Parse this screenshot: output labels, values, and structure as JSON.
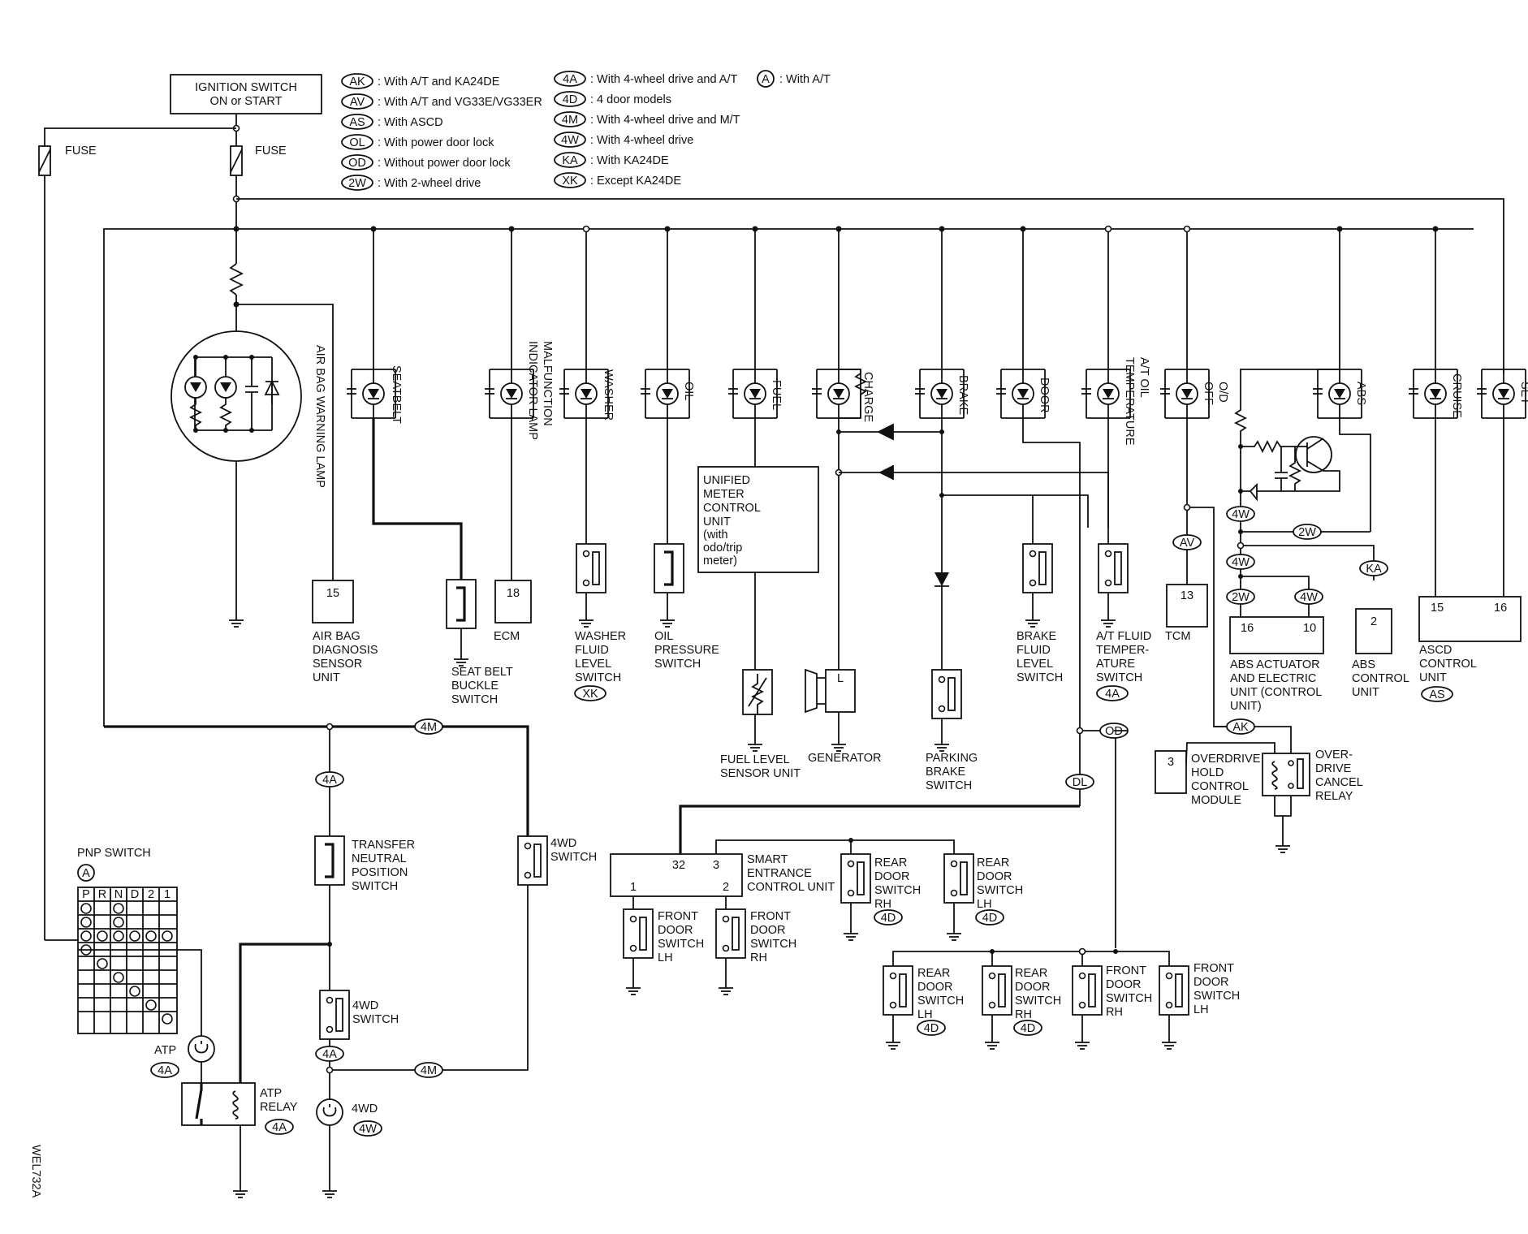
{
  "ignition": {
    "line1": "IGNITION SWITCH",
    "line2": "ON or START"
  },
  "fuse_left": "FUSE",
  "fuse_right": "FUSE",
  "legend": [
    {
      "code": "AK",
      "text": ": With A/T and KA24DE"
    },
    {
      "code": "AV",
      "text": ": With A/T and VG33E/VG33ER"
    },
    {
      "code": "AS",
      "text": ": With ASCD"
    },
    {
      "code": "OL",
      "text": ": With power door lock"
    },
    {
      "code": "OD",
      "text": ": Without power door lock"
    },
    {
      "code": "2W",
      "text": ": With 2-wheel drive"
    },
    {
      "code": "4A",
      "text": ": With 4-wheel drive and A/T"
    },
    {
      "code": "4D",
      "text": ": 4 door models"
    },
    {
      "code": "4M",
      "text": ": With 4-wheel drive and M/T"
    },
    {
      "code": "4W",
      "text": ": With 4-wheel drive"
    },
    {
      "code": "KA",
      "text": ": With KA24DE"
    },
    {
      "code": "XK",
      "text": ": Except KA24DE"
    },
    {
      "code": "A",
      "text": ": With A/T"
    }
  ],
  "lamps": {
    "airbag": "AIR BAG WARNING LAMP",
    "seatbelt": "SEATBELT",
    "mil1": "MALFUNCTION",
    "mil2": "INDICATOR LAMP",
    "washer": "WASHER",
    "oil": "OIL",
    "fuel": "FUEL",
    "charge": "CHARGE",
    "brake": "BRAKE",
    "door": "DOOR",
    "atoil1": "A/T OIL",
    "atoil2": "TEMPERATURE",
    "od1": "O/D",
    "od2": "OFF",
    "abs": "ABS",
    "cruise": "CRUISE",
    "set": "SET"
  },
  "components": {
    "airbag_unit": {
      "pin": "15",
      "l1": "AIR BAG",
      "l2": "DIAGNOSIS",
      "l3": "SENSOR",
      "l4": "UNIT"
    },
    "seatbelt_sw": {
      "l1": "SEAT BELT",
      "l2": "BUCKLE",
      "l3": "SWITCH"
    },
    "ecm": {
      "pin": "18",
      "l1": "ECM"
    },
    "washer_sw": {
      "l1": "WASHER",
      "l2": "FLUID",
      "l3": "LEVEL",
      "l4": "SWITCH",
      "tag": "XK"
    },
    "oil_sw": {
      "l1": "OIL",
      "l2": "PRESSURE",
      "l3": "SWITCH"
    },
    "meter": {
      "l1": "UNIFIED",
      "l2": "METER",
      "l3": "CONTROL",
      "l4": "UNIT",
      "l5": "(with",
      "l6": "odo/trip",
      "l7": "meter)"
    },
    "fuel_sensor": {
      "l1": "FUEL LEVEL",
      "l2": "SENSOR UNIT"
    },
    "generator": {
      "l1": "GENERATOR",
      "pin": "L"
    },
    "parking": {
      "l1": "PARKING",
      "l2": "BRAKE",
      "l3": "SWITCH"
    },
    "brake_fluid": {
      "l1": "BRAKE",
      "l2": "FLUID",
      "l3": "LEVEL",
      "l4": "SWITCH"
    },
    "at_fluid": {
      "l1": "A/T FLUID",
      "l2": "TEMPER-",
      "l3": "ATURE",
      "l4": "SWITCH",
      "tag": "4A"
    },
    "tcm": {
      "pin": "13",
      "l1": "TCM",
      "tag": "AV"
    },
    "abs_unit": {
      "pin1": "16",
      "pin2": "10",
      "l1": "ABS ACTUATOR",
      "l2": "AND ELECTRIC",
      "l3": "UNIT (CONTROL",
      "l4": "UNIT)",
      "tag1": "2W",
      "tag2": "4W"
    },
    "abs_ctrl": {
      "pin": "2",
      "l1": "ABS",
      "l2": "CONTROL",
      "l3": "UNIT",
      "tag": "KA"
    },
    "ascd": {
      "pin1": "15",
      "pin2": "16",
      "l1": "ASCD",
      "l2": "CONTROL",
      "l3": "UNIT",
      "tag": "AS"
    },
    "od_hold": {
      "pin": "3",
      "l1": "OVERDRIVE",
      "l2": "HOLD",
      "l3": "CONTROL",
      "l4": "MODULE"
    },
    "od_relay": {
      "l1": "OVER-",
      "l2": "DRIVE",
      "l3": "CANCEL",
      "l4": "RELAY",
      "tag": "AK"
    },
    "pnp": {
      "l1": "PNP SWITCH",
      "tag": "A",
      "cols": [
        "P",
        "R",
        "N",
        "D",
        "2",
        "1"
      ]
    },
    "atp": {
      "l1": "ATP",
      "tag": "4A"
    },
    "atp_relay": {
      "l1": "ATP",
      "l2": "RELAY",
      "tag": "4A"
    },
    "transfer": {
      "l1": "TRANSFER",
      "l2": "NEUTRAL",
      "l3": "POSITION",
      "l4": "SWITCH",
      "tag": "4A"
    },
    "sw4wd_upper": {
      "l1": "4WD",
      "l2": "SWITCH",
      "tag": "4M"
    },
    "sw4wd_lower": {
      "l1": "4WD",
      "l2": "SWITCH",
      "tag": "4A"
    },
    "ind4wd": {
      "l1": "4WD",
      "tag": "4W",
      "tag2": "4M"
    },
    "smart": {
      "pin32": "32",
      "pin3": "3",
      "pin1": "1",
      "pin2": "2",
      "l1": "SMART",
      "l2": "ENTRANCE",
      "l3": "CONTROL UNIT",
      "tagOL": "DL",
      "tagOD": "OD"
    },
    "fd_lh": {
      "l1": "FRONT",
      "l2": "DOOR",
      "l3": "SWITCH",
      "l4": "LH"
    },
    "fd_rh": {
      "l1": "FRONT",
      "l2": "DOOR",
      "l3": "SWITCH",
      "l4": "RH"
    },
    "rd_rh": {
      "l1": "REAR",
      "l2": "DOOR",
      "l3": "SWITCH",
      "l4": "RH",
      "tag": "4D"
    },
    "rd_lh": {
      "l1": "REAR",
      "l2": "DOOR",
      "l3": "SWITCH",
      "l4": "LH",
      "tag": "4D"
    },
    "b_rd_lh": {
      "l1": "REAR",
      "l2": "DOOR",
      "l3": "SWITCH",
      "l4": "LH",
      "tag": "4D"
    },
    "b_rd_rh": {
      "l1": "REAR",
      "l2": "DOOR",
      "l3": "SWITCH",
      "l4": "RH",
      "tag": "4D"
    },
    "b_fd_rh": {
      "l1": "FRONT",
      "l2": "DOOR",
      "l3": "SWITCH",
      "l4": "RH"
    },
    "b_fd_lh": {
      "l1": "FRONT",
      "l2": "DOOR",
      "l3": "SWITCH",
      "l4": "LH"
    }
  },
  "code": "WEL732A"
}
